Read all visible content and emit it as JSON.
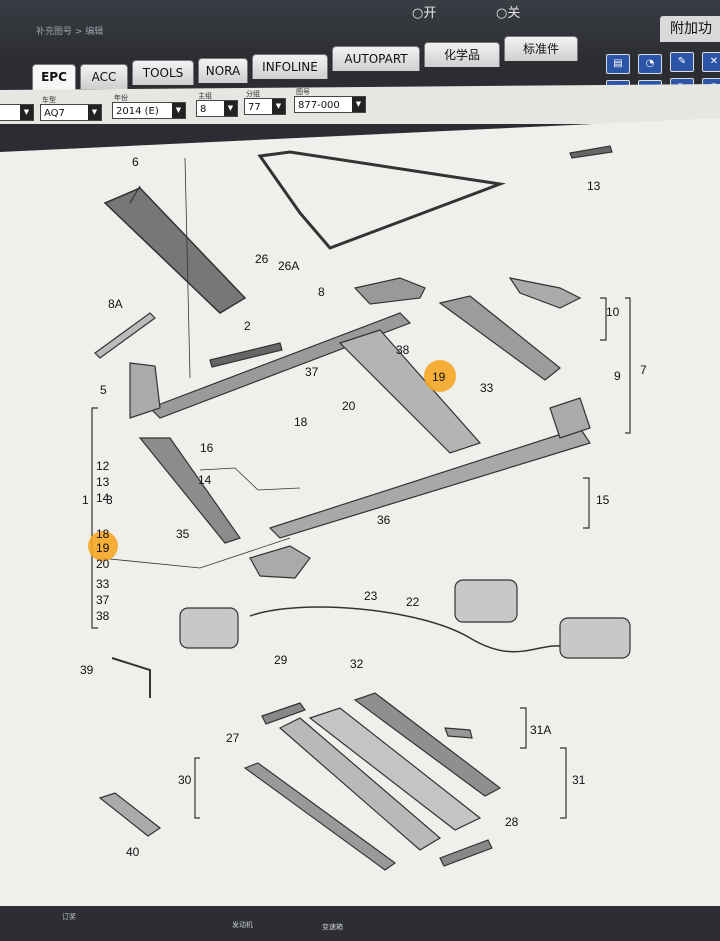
{
  "window": {
    "title": "补充图号 > 编辑"
  },
  "power": {
    "on": "开",
    "off": "关"
  },
  "tabs": [
    {
      "label": "EPC",
      "active": true
    },
    {
      "label": "ACC"
    },
    {
      "label": "TOOLS"
    },
    {
      "label": "NORA"
    },
    {
      "label": "INFOLINE"
    },
    {
      "label": "AUTOPART"
    },
    {
      "label": "化学品"
    },
    {
      "label": "标准件"
    }
  ],
  "extra_tab": "附加功",
  "filters": {
    "model": {
      "label": "车型",
      "value": "AQ7"
    },
    "year": {
      "label": "年份",
      "value": "2014 (E)"
    },
    "main_group": {
      "label": "主组",
      "value": "8"
    },
    "sub_group": {
      "label": "分组",
      "value": "77"
    },
    "diagram_no": {
      "label": "图号",
      "value": "877-000"
    }
  },
  "diagram": {
    "highlight_color": "#f5a623",
    "callouts": [
      "26",
      "26A",
      "8",
      "8A",
      "2",
      "38",
      "10",
      "13",
      "37",
      "19",
      "33",
      "7",
      "9",
      "5",
      "20",
      "18",
      "16",
      "14",
      "12",
      "1",
      "3",
      "15",
      "35",
      "36",
      "23",
      "22",
      "39",
      "29",
      "32",
      "31A",
      "27",
      "31",
      "30",
      "28",
      "40",
      "6"
    ],
    "left_list": [
      "12",
      "13",
      "14",
      "18",
      "19",
      "20",
      "33",
      "37",
      "38"
    ],
    "highlighted": [
      "19"
    ]
  },
  "status": {
    "items": [
      "订奖",
      "发动机",
      "变速箱"
    ]
  }
}
